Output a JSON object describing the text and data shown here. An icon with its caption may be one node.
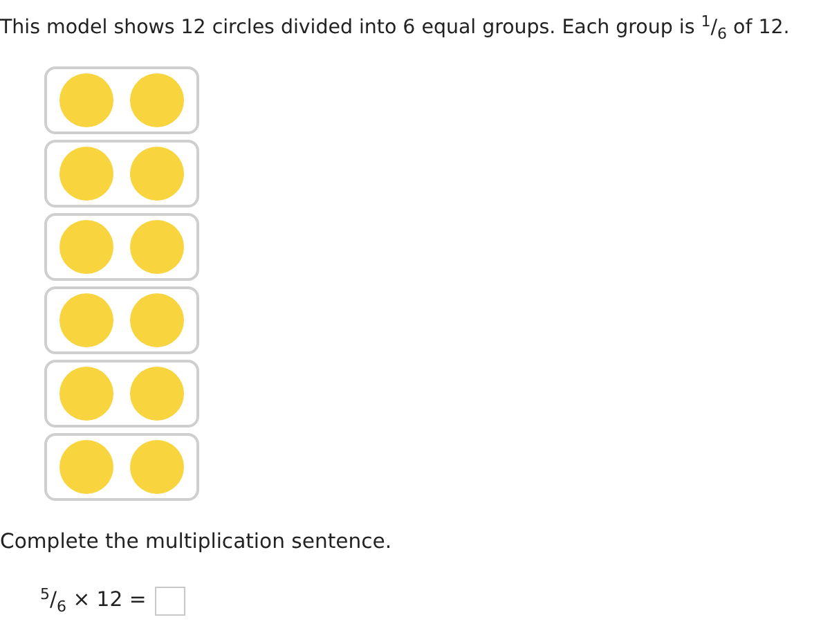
{
  "diagram": {
    "title": "This model shows 12 circles divided into 6 equal groups. Each group is $^{1}$/$_{6}$ of 12.",
    "nodes": [
      {
        "text": [],
        "shape": "box"
      },
      {
        "text": [],
        "shape": "circle",
        "in": 0
      },
      {
        "text": [],
        "shape": "circle",
        "in": 0
      },
      {
        "text": [],
        "shape": "box"
      },
      {
        "text": [],
        "shape": "circle",
        "in": 3
      },
      {
        "text": [],
        "shape": "circle",
        "in": 3
      },
      {
        "text": [],
        "shape": "box"
      },
      {
        "text": [],
        "shape": "circle",
        "in": 6
      },
      {
        "text": [],
        "shape": "circle",
        "in": 6
      },
      {
        "text": [],
        "shape": "box"
      },
      {
        "text": [],
        "shape": "circle",
        "in": 9
      },
      {
        "text": [],
        "shape": "circle",
        "in": 9
      },
      {
        "text": [],
        "shape": "box"
      },
      {
        "text": [],
        "shape": "circle",
        "in": 12
      },
      {
        "text": [],
        "shape": "circle",
        "in": 12
      },
      {
        "text": [],
        "shape": "box"
      },
      {
        "text": [],
        "shape": "circle",
        "in": 15
      },
      {
        "text": [],
        "shape": "circle",
        "in": 15
      }
    ],
    "labels": [
      "Complete the multiplication sentence.",
      "$^{5}$/$_{6}$ × 12 ="
    ]
  }
}
